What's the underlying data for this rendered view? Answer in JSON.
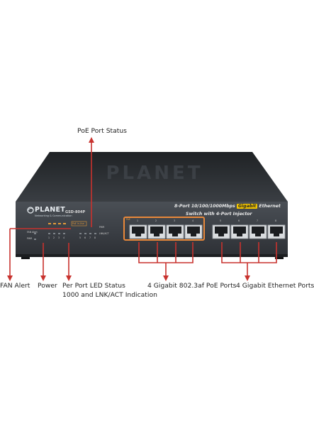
{
  "product": {
    "brand": "PLANET",
    "brand_tagline": "Networking & Communication",
    "model": "GSD-804P",
    "description_line1_before": "8-Port 10/100/1000Mbps",
    "description_badge": "Gigabit",
    "description_line1_after": "Ethernet",
    "description_line2": "Switch with 4-Port Injector",
    "watermark": "PLANET"
  },
  "panel_labels": {
    "fan_alert": "FAN Alert",
    "pwr": "PWR",
    "poe_in_use": "PoE In-Use",
    "lnk_act": "LNK/ACT",
    "pwr_right": "PWR",
    "port_header": "PoE",
    "port_numbers": [
      "1",
      "2",
      "3",
      "4",
      "5",
      "6",
      "7",
      "8"
    ]
  },
  "callouts": {
    "poe_port_status": "PoE Port Status",
    "fan_alert": "FAN Alert",
    "power": "Power",
    "per_port_led_line1": "Per Port LED Status",
    "per_port_led_line2": "1000 and LNK/ACT Indication",
    "poe_ports": "4 Gigabit 802.3af PoE Ports",
    "gigabit_ports": "4 Gigabit Ethernet Ports"
  },
  "colors": {
    "callout": "#c8322e",
    "poe_highlight": "#e8883a",
    "badge": "#f2c400",
    "chassis_front": "#3e4247",
    "chassis_top": "#2c2f33"
  }
}
